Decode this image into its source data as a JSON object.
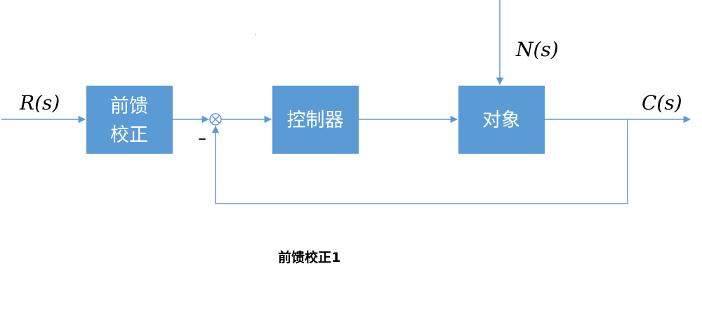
{
  "blocks": {
    "feedforward": {
      "line1": "前馈",
      "line2": "校正"
    },
    "controller": "控制器",
    "plant": "对象"
  },
  "signals": {
    "input": "R(s)",
    "disturbance": "N(s)",
    "output": "C(s)",
    "feedback_sign": "–"
  },
  "caption": "前馈校正1",
  "colors": {
    "block_fill": "#5b9bd5",
    "line": "#5b9bd5",
    "block_text": "#ffffff"
  }
}
